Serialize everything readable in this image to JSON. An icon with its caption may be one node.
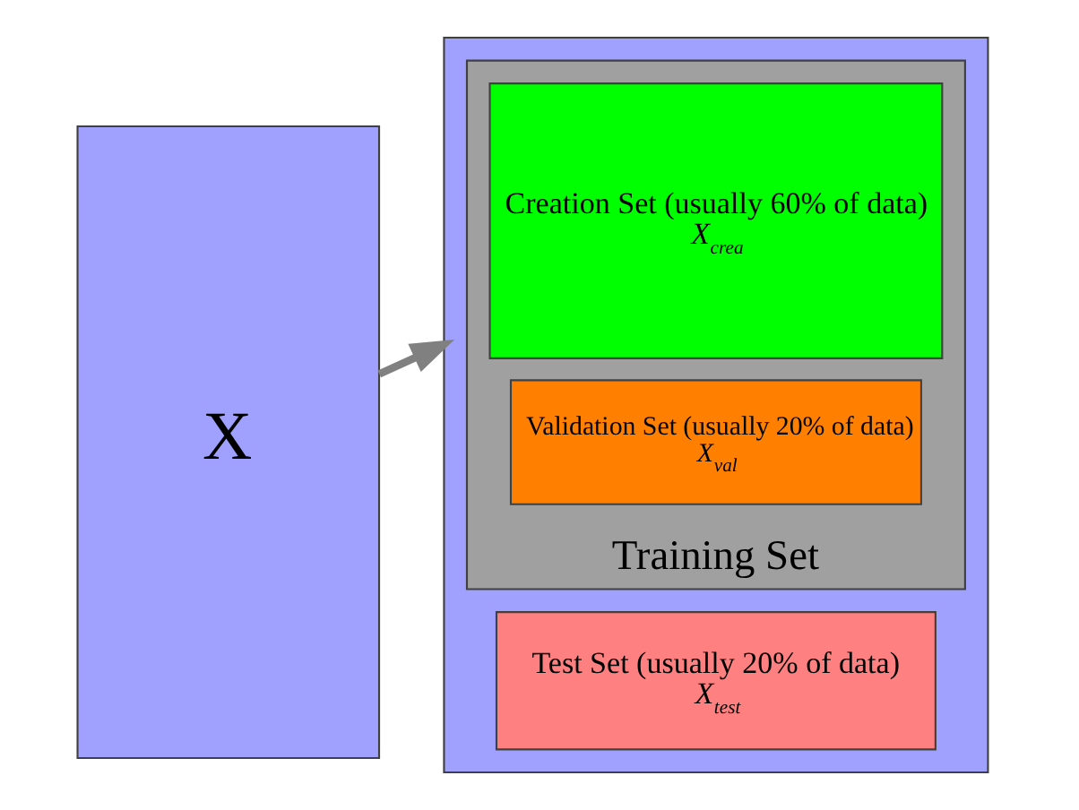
{
  "diagram": {
    "nodes": [
      {
        "text": [
          "X"
        ]
      },
      {
        "text": [],
        "shape": "box"
      },
      {
        "text": [
          "Training Set"
        ],
        "in": 1
      },
      {
        "text": [
          "Creation Set (usually 60% of data)",
          "X$_{crea}$"
        ],
        "in": 2
      },
      {
        "text": [
          "Validation Set (usually 20% of data)",
          "X$_{val}$"
        ],
        "in": 2
      },
      {
        "text": [
          "Test Set (usually 20% of data)",
          "X$_{test}$"
        ],
        "in": 1
      }
    ],
    "edges": [
      {
        "from": 0,
        "to": 1,
        "arrow": "to"
      }
    ]
  }
}
